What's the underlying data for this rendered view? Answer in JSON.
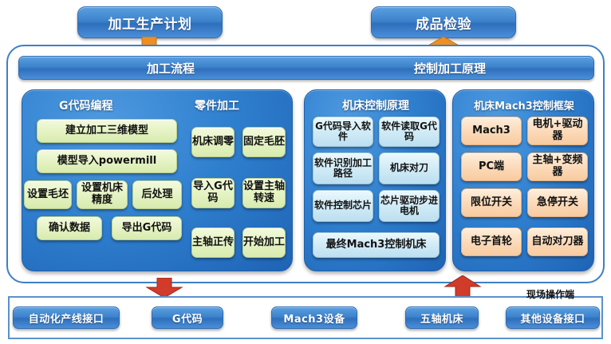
{
  "top_boxes": [
    {
      "label": "加工生产计划",
      "name": "top-box-plan"
    },
    {
      "label": "成品检验",
      "name": "top-box-inspect"
    }
  ],
  "title_bar": {
    "left_label": "加工流程",
    "right_label": "控制加工原理"
  },
  "panels": {
    "left": {
      "title_a": "G代码编程",
      "title_b": "零件加工",
      "programming_nodes": [
        "建立加工三维模型",
        "模型导入powermill",
        "设置毛坯",
        "设置机床精度",
        "后处理",
        "确认数据",
        "导出G代码"
      ],
      "machining_nodes": [
        "机床调零",
        "固定毛胚",
        "导入G代码",
        "设置主轴转速",
        "主轴正传",
        "开始加工"
      ]
    },
    "mid": {
      "title": "机床控制原理",
      "nodes": [
        "G代码导入软件",
        "软件读取G代码",
        "软件识别加工路径",
        "机床对刀",
        "软件控制芯片",
        "芯片驱动步进电机",
        "最终Mach3控制机床"
      ]
    },
    "right": {
      "title": "机床Mach3控制框架",
      "nodes": [
        "Mach3",
        "电机+驱动器",
        "PC端",
        "主轴+变频器",
        "限位开关",
        "急停开关",
        "电子首轮",
        "自动对刀器"
      ]
    }
  },
  "bottom": {
    "site_label": "现场操作端",
    "boxes": [
      "自动化产线接口",
      "G代码",
      "Mach3设备",
      "五轴机床",
      "其他设备接口"
    ]
  },
  "colors": {
    "blue_box": "#3d83cc",
    "panel_blue": "#2f7fcf",
    "chip_green": "#e4f2c2",
    "chip_cyan": "#cfeaf6",
    "chip_orange": "#fbd9b7",
    "arrow_orange": "#ef8f20",
    "arrow_red": "#d13b2a",
    "frame_border": "#3f7fc4"
  }
}
